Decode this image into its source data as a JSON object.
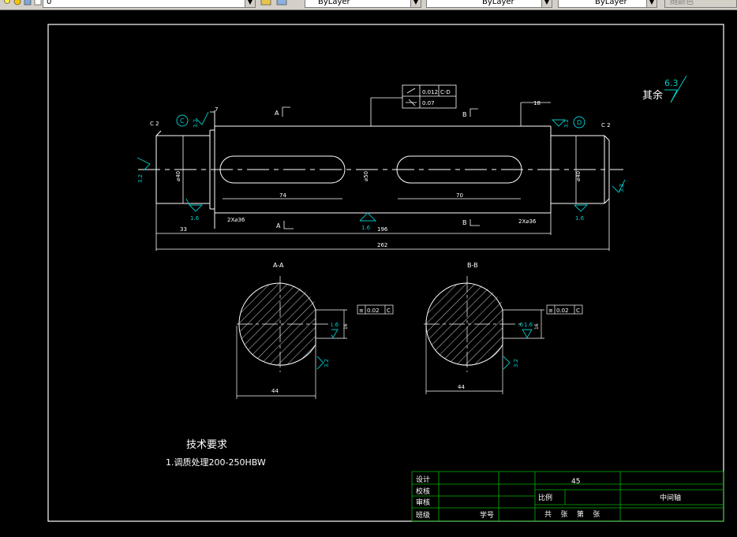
{
  "toolbar": {
    "layer_value": "0",
    "color_value": "ByLayer",
    "linetype_value": "ByLayer",
    "lineweight_value": "ByLayer",
    "plotstyle_value": "随颜色"
  },
  "drawing": {
    "surface_note_label": "其余",
    "surface_note_value": "6.3",
    "section_a_label": "A",
    "section_b_label": "B",
    "chamfer_left": "C 2",
    "chamfer_right": "C 2",
    "datum_c": "C",
    "datum_d": "D",
    "tolerance_runout": "0.012",
    "tolerance_runout_ref": "C-D",
    "tolerance_cyl": "0.07",
    "dim_7": "7",
    "dim_18": "18",
    "dim_74": "74",
    "dim_70": "70",
    "dim_33": "33",
    "dim_196": "196",
    "dim_262": "262",
    "dim_2x36_left": "2X⌀36",
    "dim_2x36_right": "2X⌀36",
    "dia_left": "⌀40",
    "dia_right": "⌀40",
    "dia_center": "⌀50",
    "rough_32": "3.2",
    "rough_16": "1.6",
    "section_aa": "A-A",
    "section_bb": "B-B",
    "keyway_dim": "16",
    "sym_tol_a": "0.02",
    "sym_tol_b": "0.02",
    "sym_ref": "C",
    "width_44_a": "44",
    "width_44_b": "44",
    "tech_title": "技术要求",
    "tech_item_1": "1.调质处理200-250HBW"
  },
  "titleblock": {
    "design": "设计",
    "check": "校核",
    "review": "审核",
    "class": "班级",
    "student_id": "学号",
    "material": "45",
    "scale_label": "比例",
    "part_name": "中间轴",
    "sheets": "共    张    第    张"
  },
  "colors": {
    "line": "#ffffff",
    "cyan": "#00c8c8",
    "green": "#00b400",
    "background": "#000000"
  }
}
